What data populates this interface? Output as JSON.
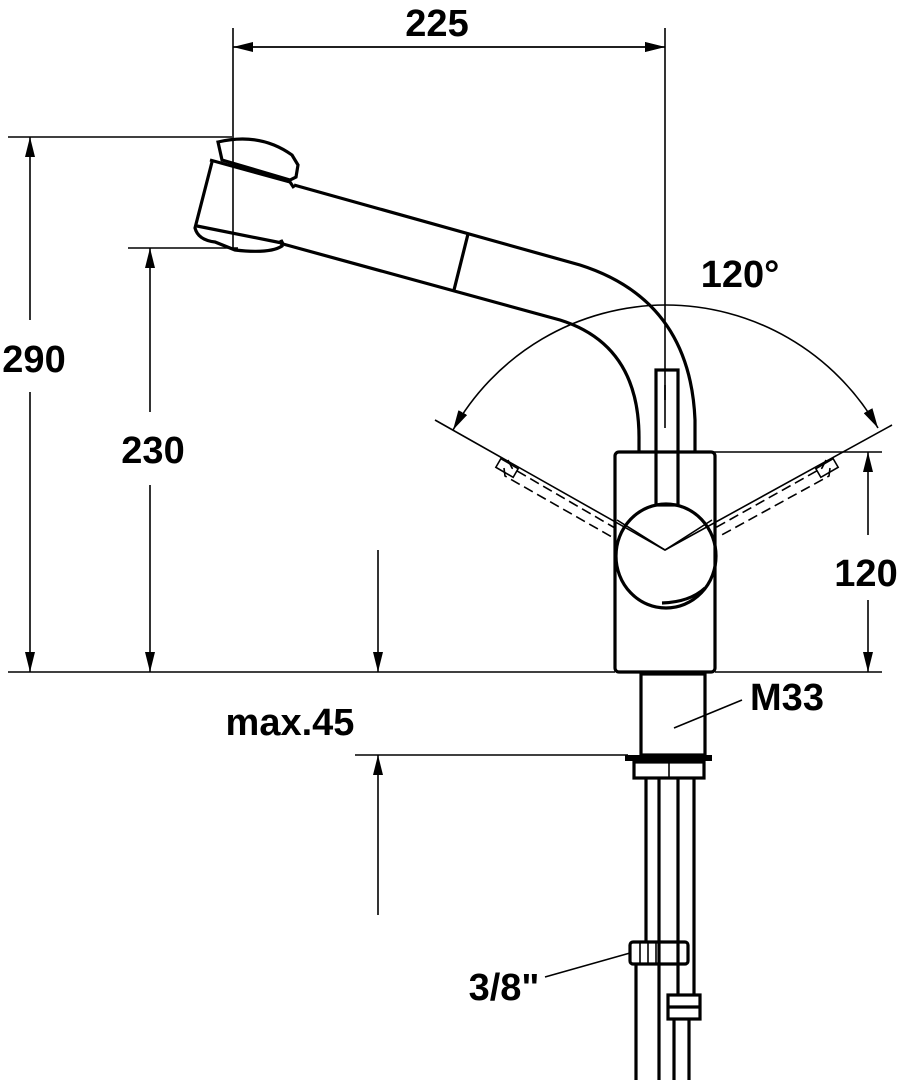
{
  "drawing": {
    "dimensions": {
      "width": "225",
      "total_height": "290",
      "spout_height": "230",
      "lever_height": "120",
      "swing_angle": "120°",
      "max_counter_thickness": "max.45"
    },
    "labels": {
      "thread": "M33",
      "connection": "3/8\""
    },
    "colors": {
      "line": "#000000",
      "background": "#ffffff"
    }
  }
}
